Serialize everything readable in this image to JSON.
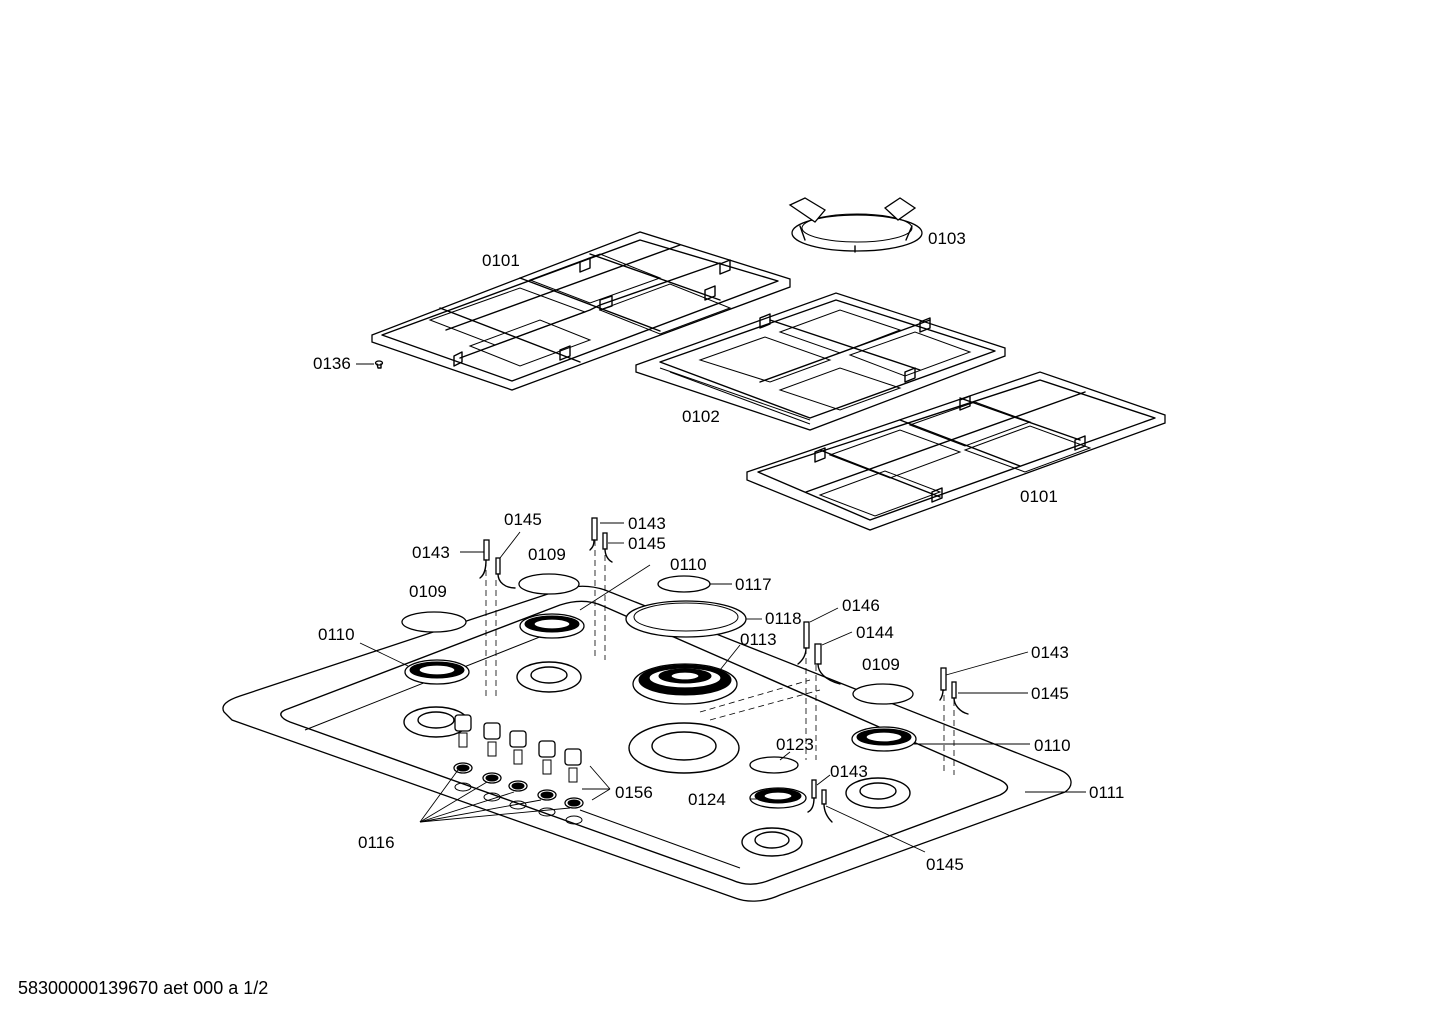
{
  "footer": {
    "document_code": "58300000139670 aet 000 a 1/2"
  },
  "labels": {
    "grate_left": "0101",
    "grate_right": "0101",
    "grate_center": "0102",
    "wok_ring": "0103",
    "screw": "0136",
    "thermocouple_left_a": "0143",
    "electrode_left_a": "0145",
    "thermocouple_mid": "0143",
    "electrode_mid": "0145",
    "cap_left": "0109",
    "cap_mid": "0109",
    "spreader_mid": "0110",
    "cap_small_center": "0117",
    "ring_center": "0118",
    "spreader_left": "0110",
    "wok_burner": "0113",
    "thermocouple_wok": "0146",
    "electrode_wok": "0144",
    "cap_right": "0109",
    "thermocouple_right": "0143",
    "electrode_right": "0145",
    "spreader_right": "0110",
    "cap_small_front": "0123",
    "thermocouple_front": "0143",
    "spreader_small_front": "0124",
    "knob_parts": "0156",
    "hob_tray": "0111",
    "seals": "0116",
    "electrode_front": "0145"
  }
}
